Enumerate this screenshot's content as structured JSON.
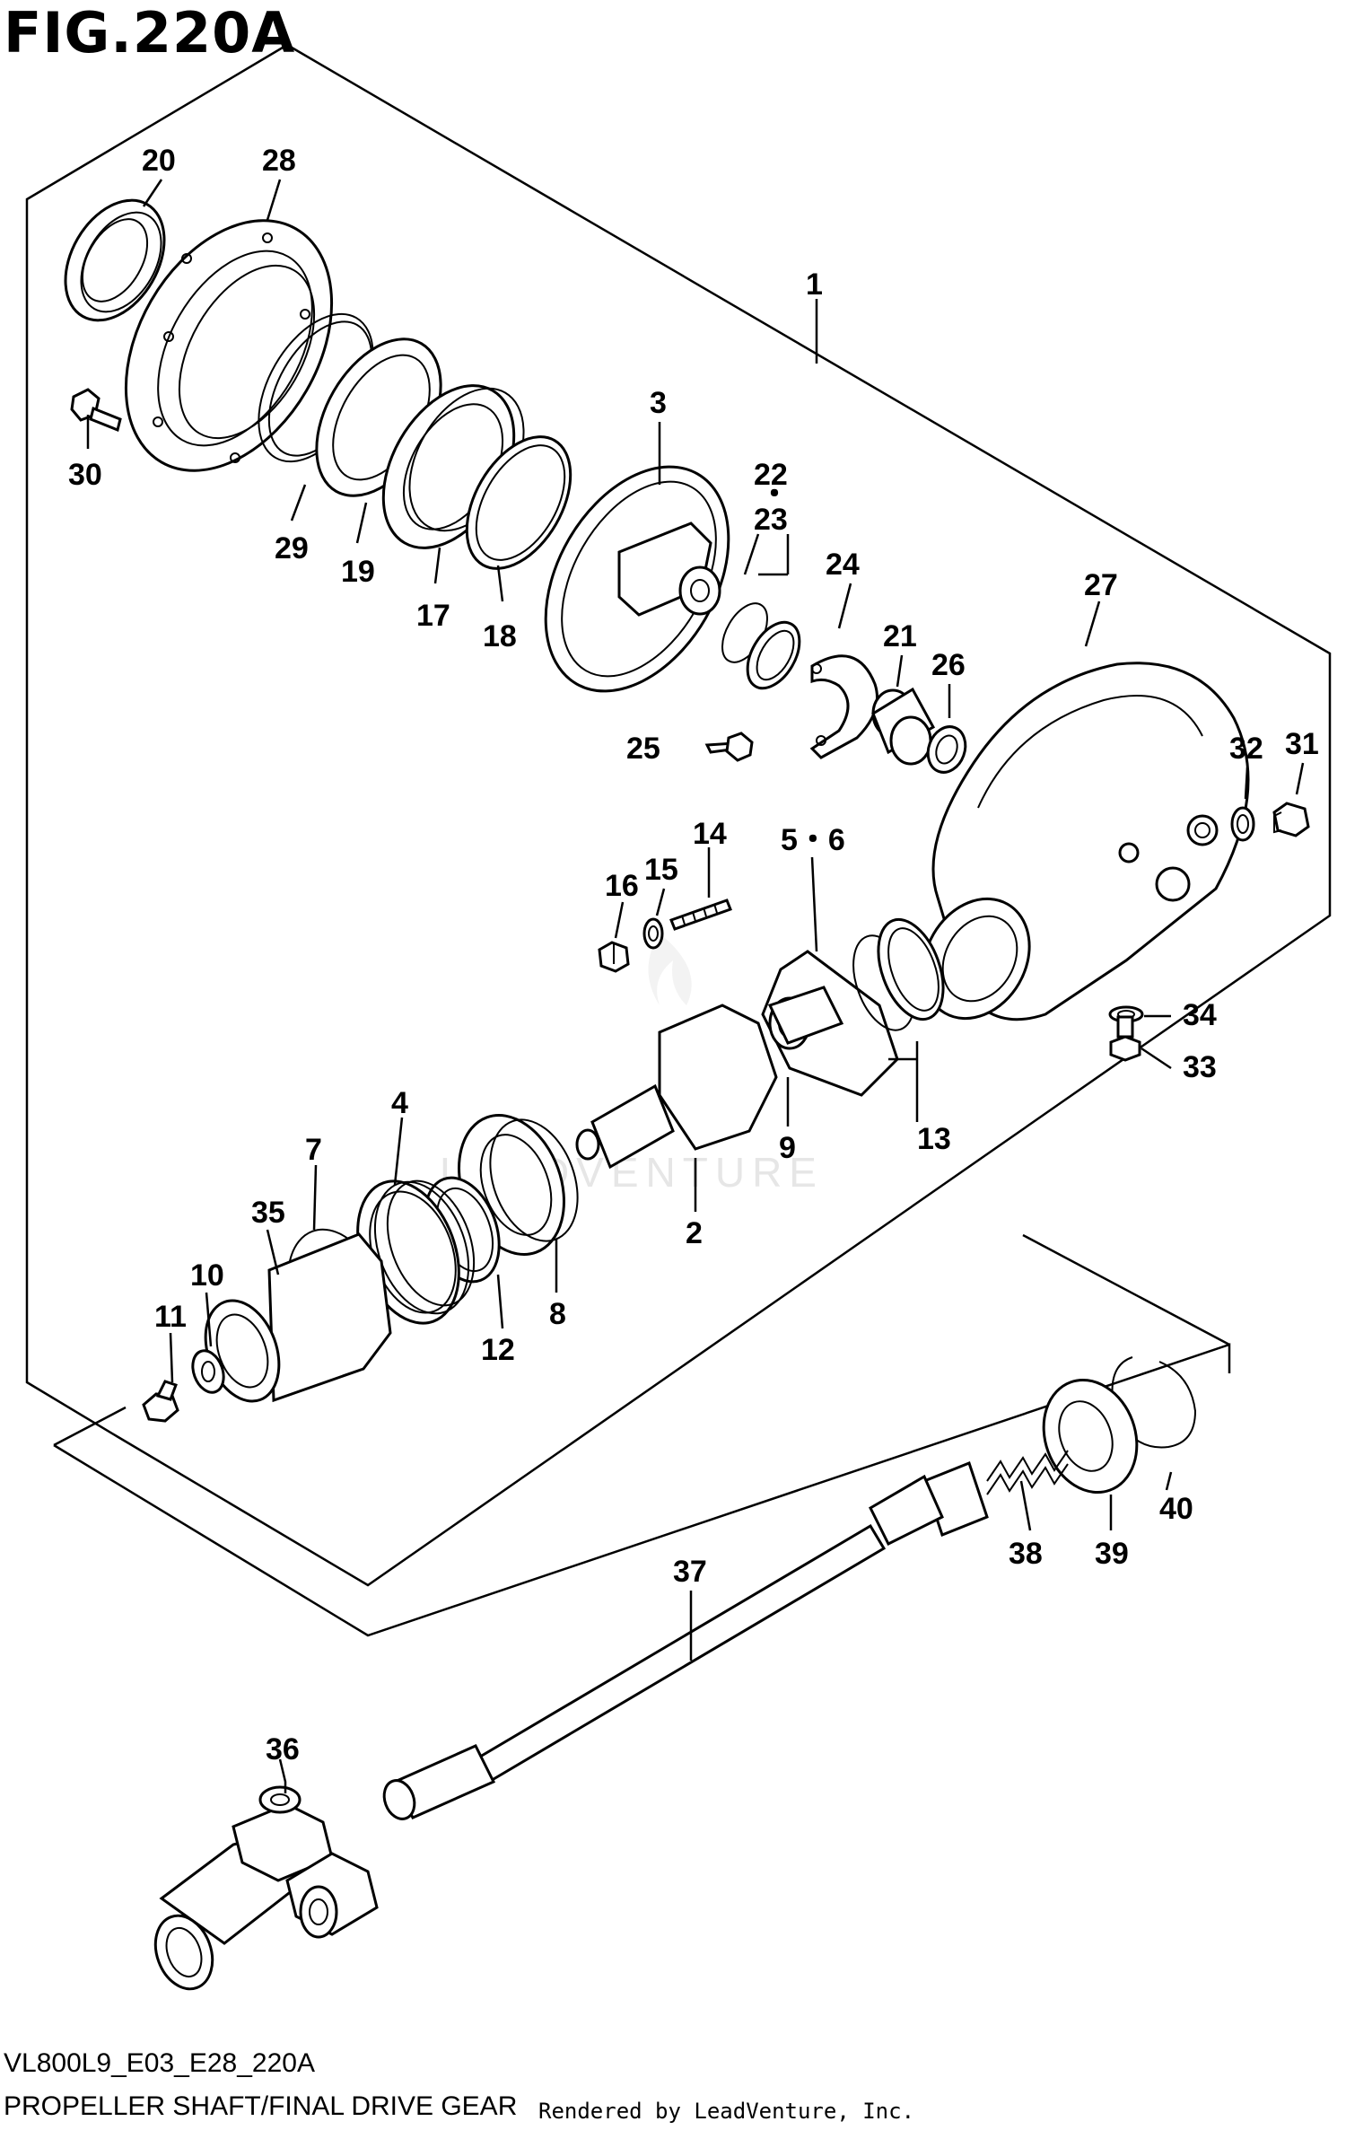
{
  "figure": {
    "title": "FIG.220A",
    "code": "VL800L9_E03_E28_220A",
    "description": "PROPELLER SHAFT/FINAL DRIVE GEAR",
    "rendered_by": "Rendered by LeadVenture, Inc.",
    "watermark": "LEADVENTURE"
  },
  "callouts": {
    "c1": "1",
    "c2": "2",
    "c3": "3",
    "c4": "4",
    "c56": "5・6",
    "c7": "7",
    "c8": "8",
    "c9": "9",
    "c10": "10",
    "c11": "11",
    "c12": "12",
    "c13": "13",
    "c14": "14",
    "c15": "15",
    "c16": "16",
    "c17": "17",
    "c18": "18",
    "c19": "19",
    "c20": "20",
    "c21": "21",
    "c22": "22",
    "c22dot": "・",
    "c23": "23",
    "c24": "24",
    "c25": "25",
    "c26": "26",
    "c27": "27",
    "c28": "28",
    "c29": "29",
    "c30": "30",
    "c31": "31",
    "c32": "32",
    "c33": "33",
    "c34": "34",
    "c35": "35",
    "c36": "36",
    "c37": "37",
    "c38": "38",
    "c39": "39",
    "c40": "40"
  }
}
